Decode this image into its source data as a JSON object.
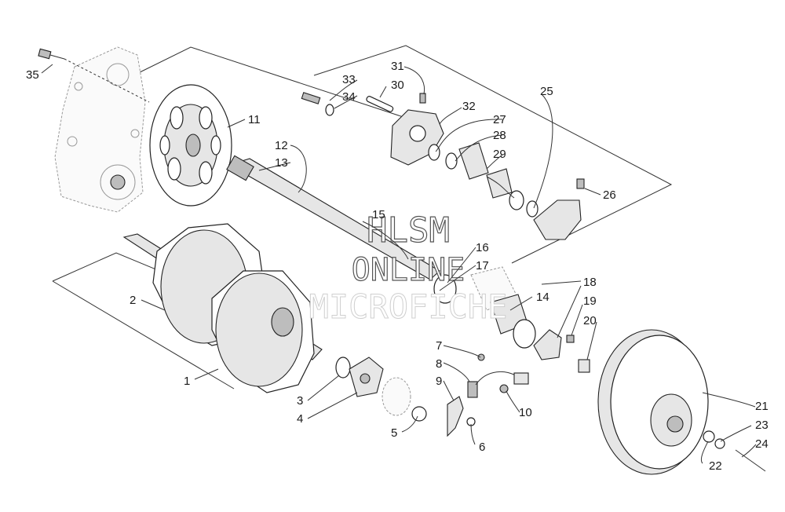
{
  "watermark": {
    "line1": "HLSM",
    "line2": "ONLINE",
    "line3": "MICROFICHE"
  },
  "labels": {
    "l1": "1",
    "l2": "2",
    "l3": "3",
    "l4": "4",
    "l5": "5",
    "l6": "6",
    "l7": "7",
    "l8": "8",
    "l9": "9",
    "l10": "10",
    "l11": "11",
    "l12": "12",
    "l13": "13",
    "l14": "14",
    "l15": "15",
    "l16": "16",
    "l17": "17",
    "l18": "18",
    "l19": "19",
    "l20": "20",
    "l21": "21",
    "l22": "22",
    "l23": "23",
    "l24": "24",
    "l25": "25",
    "l26": "26",
    "l27": "27",
    "l28": "28",
    "l29": "29",
    "l30": "30",
    "l31": "31",
    "l32": "32",
    "l33": "33",
    "l34": "34",
    "l35": "35"
  }
}
